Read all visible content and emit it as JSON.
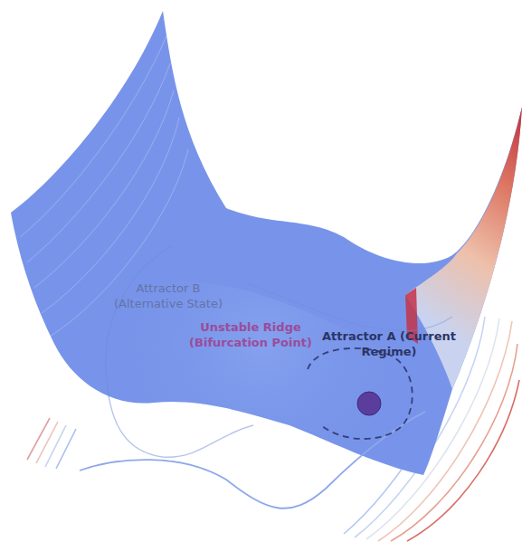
{
  "diagram": {
    "labels": [
      "Attractor B (Alternative State)",
      "Unstable Ridge (Bifurcation Point)",
      "Attractor A (Current Regime)"
    ]
  }
}
